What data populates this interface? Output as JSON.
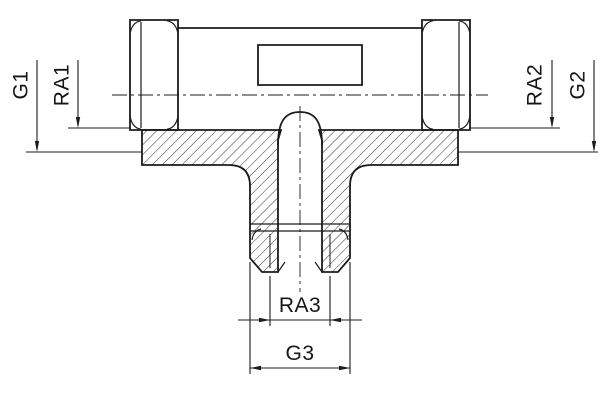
{
  "drawing": {
    "kind": "technical-section-drawing",
    "part": "tee-fitting",
    "labels": {
      "g1": "G1",
      "ra1": "RA1",
      "ra2": "RA2",
      "g2": "G2",
      "ra3": "RA3",
      "g3": "G3"
    },
    "colors": {
      "line": "#1c1c1c",
      "background": "#ffffff"
    }
  }
}
